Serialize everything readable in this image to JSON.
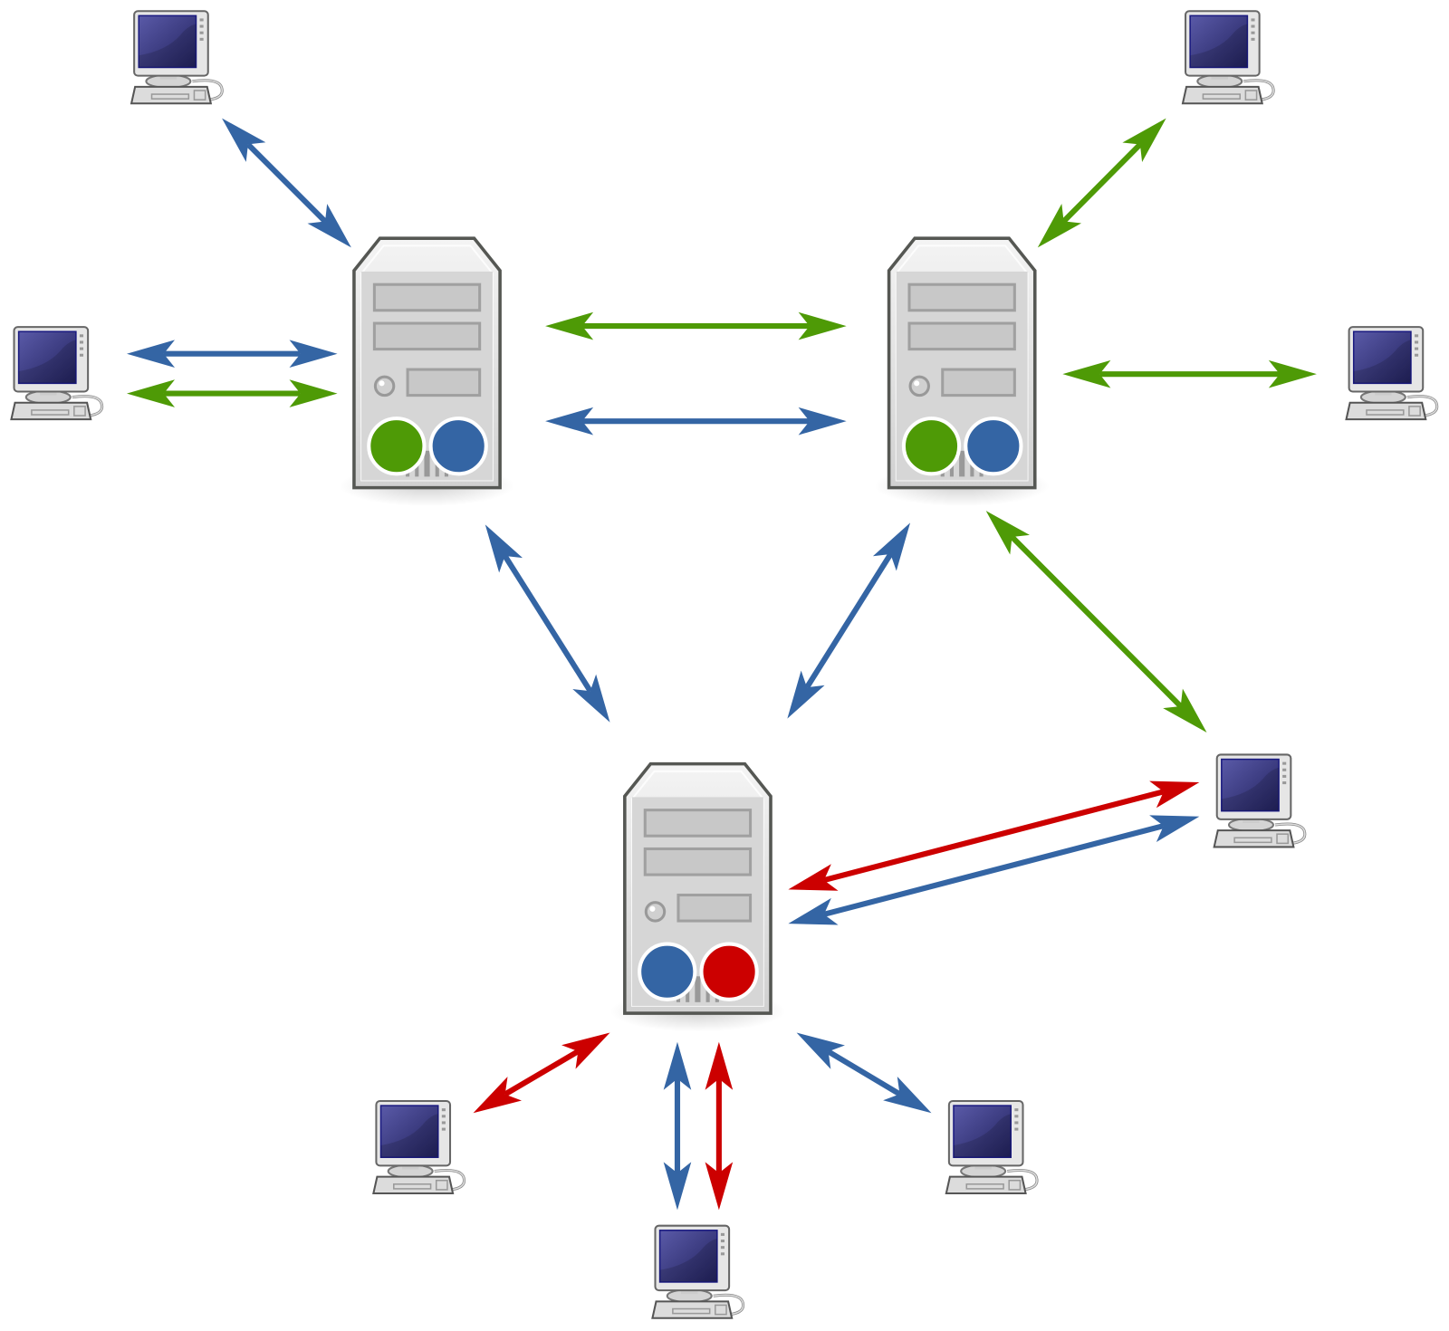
{
  "colors": {
    "blue": "#3465a4",
    "green": "#4e9a06",
    "red": "#cc0000",
    "server_body": "#d8d8d8",
    "server_outline": "#555753",
    "screen": "#2e2e7a"
  },
  "servers": [
    {
      "id": "server-1",
      "disks": [
        "green",
        "blue"
      ]
    },
    {
      "id": "server-2",
      "disks": [
        "green",
        "blue"
      ]
    },
    {
      "id": "server-3",
      "disks": [
        "blue",
        "red"
      ]
    }
  ],
  "computers": [
    "pc-1",
    "pc-2",
    "pc-3",
    "pc-4",
    "pc-5",
    "pc-6",
    "pc-7",
    "pc-8"
  ],
  "connections": [
    {
      "from": "pc-1",
      "to": "server-1",
      "color": "blue"
    },
    {
      "from": "pc-2",
      "to": "server-1",
      "color": "blue"
    },
    {
      "from": "pc-2",
      "to": "server-1",
      "color": "green"
    },
    {
      "from": "server-1",
      "to": "server-2",
      "color": "green"
    },
    {
      "from": "server-1",
      "to": "server-2",
      "color": "blue"
    },
    {
      "from": "pc-3",
      "to": "server-2",
      "color": "green"
    },
    {
      "from": "server-2",
      "to": "pc-4",
      "color": "green"
    },
    {
      "from": "server-1",
      "to": "server-3",
      "color": "blue"
    },
    {
      "from": "server-2",
      "to": "server-3",
      "color": "blue"
    },
    {
      "from": "server-2",
      "to": "pc-5",
      "color": "green"
    },
    {
      "from": "server-3",
      "to": "pc-5",
      "color": "red"
    },
    {
      "from": "server-3",
      "to": "pc-5",
      "color": "blue"
    },
    {
      "from": "server-3",
      "to": "pc-6",
      "color": "red"
    },
    {
      "from": "server-3",
      "to": "pc-7",
      "color": "blue"
    },
    {
      "from": "server-3",
      "to": "pc-7",
      "color": "red"
    },
    {
      "from": "server-3",
      "to": "pc-8",
      "color": "blue"
    }
  ]
}
